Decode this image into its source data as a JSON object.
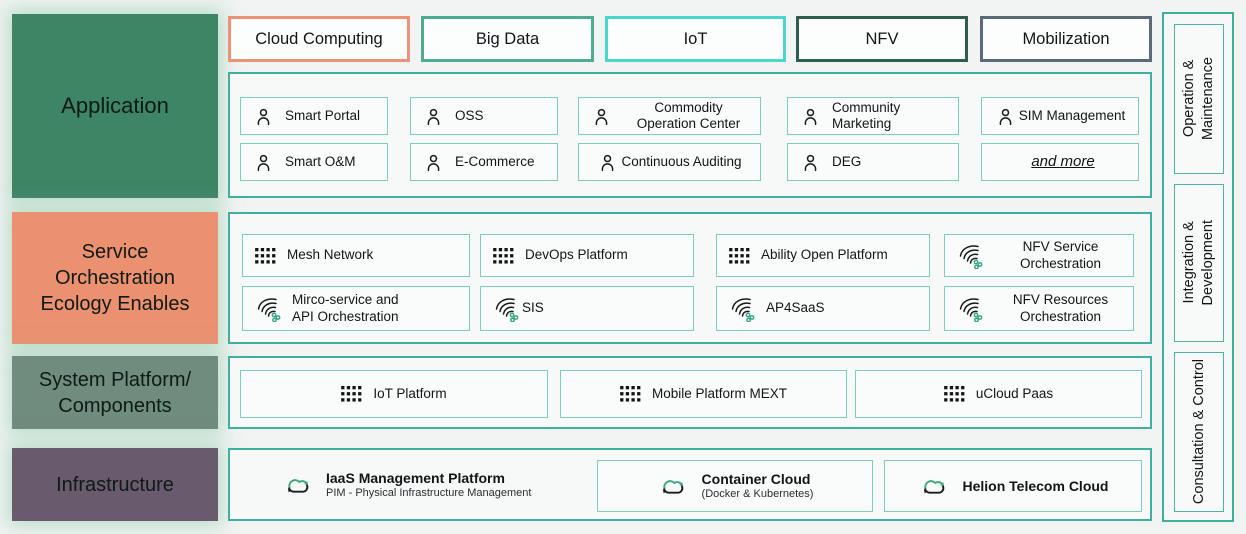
{
  "left_blocks": [
    {
      "label": "Application",
      "color": "#3E8565"
    },
    {
      "label": "Service\nOrchestration\nEcology Enables",
      "color": "#EC9170"
    },
    {
      "label": "System Platform/\nComponents",
      "color": "#6F8C7E"
    },
    {
      "label": "Infrastructure",
      "color": "#6A5A6E"
    }
  ],
  "categories": [
    {
      "label": "Cloud Computing",
      "border": "#EC9377"
    },
    {
      "label": "Big Data",
      "border": "#4CAE90"
    },
    {
      "label": "IoT",
      "border": "#4AD6C9"
    },
    {
      "label": "NFV",
      "border": "#2F5F4C"
    },
    {
      "label": "Mobilization",
      "border": "#5A6A7B"
    }
  ],
  "application": {
    "row1": [
      "Smart Portal",
      "OSS",
      "Commodity\nOperation Center",
      "Community\nMarketing",
      "SIM Management"
    ],
    "row2": [
      "Smart O&M",
      "E-Commerce",
      "Continuous Auditing",
      "DEG",
      "and more"
    ]
  },
  "orchestration": {
    "row1": [
      "Mesh Network",
      "DevOps Platform",
      "Ability Open Platform",
      "NFV Service\nOrchestration"
    ],
    "row2": [
      "Mirco-service and\nAPI Orchestration",
      "SIS",
      "AP4SaaS",
      "NFV Resources\nOrchestration"
    ]
  },
  "platform": [
    "IoT Platform",
    "Mobile Platform MEXT",
    "uCloud Paas"
  ],
  "infrastructure": [
    {
      "title": "IaaS Management Platform",
      "subtitle": "PIM - Physical Infrastructure Management"
    },
    {
      "title": "Container Cloud",
      "subtitle": "(Docker & Kubernetes)"
    },
    {
      "title": "Helion Telecom Cloud",
      "subtitle": ""
    }
  ],
  "sidebar": [
    "Operation &\nMaintenance",
    "Integration &\nDevelopment",
    "Consultation & Control"
  ],
  "icons": {
    "person": "person-icon",
    "grid": "app-grid-icon",
    "stream": "orchestration-stream-icon",
    "cloud_sync": "cloud-sync-icon"
  },
  "colors": {
    "panel_border": "#3FAFA0",
    "item_border": "#7ECDC1",
    "icon_green": "#2FA384",
    "page_bg": "#F2F4F3",
    "text": "#121518"
  }
}
